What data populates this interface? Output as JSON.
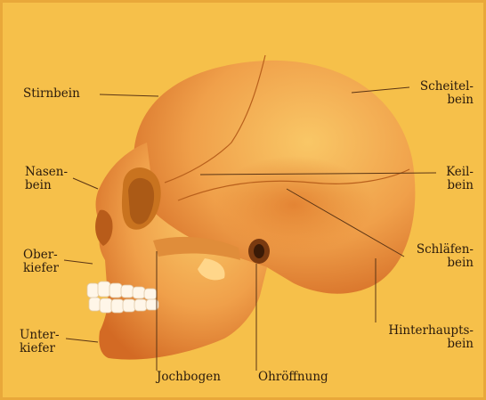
{
  "colors": {
    "background": "#f6c04a",
    "bone": "#f2a24a",
    "bone_shadow": "#d56a22",
    "teeth": "#fff6e8",
    "leader_line": "#5a3414"
  },
  "labels": {
    "stirnbein": "Stirnbein",
    "scheitelbein": [
      "Scheitel-",
      "bein"
    ],
    "nasenbein": [
      "Nasen-",
      "bein"
    ],
    "keilbein": [
      "Keil-",
      "bein"
    ],
    "oberkiefer": [
      "Ober-",
      "kiefer"
    ],
    "schlaefenbein": [
      "Schläfen-",
      "bein"
    ],
    "unterkiefer": [
      "Unter-",
      "kiefer"
    ],
    "hinterhauptsbein": [
      "Hinterhaupts-",
      "bein"
    ],
    "jochbogen": "Jochbogen",
    "ohroeffnung": "Ohröffnung"
  }
}
